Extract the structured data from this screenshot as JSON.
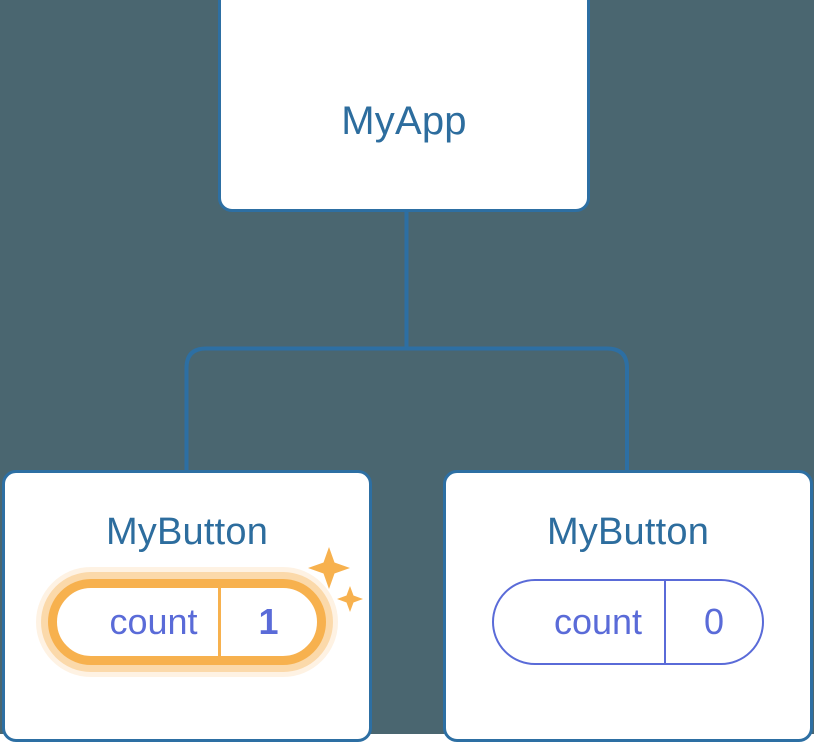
{
  "diagram": {
    "type": "component-tree",
    "background_color": "#4a6670",
    "connector_color": "#2d6fa3",
    "node_border_color": "#2d6fa3",
    "node_title_color": "#2d6d9e",
    "state_color": "#5a6bd8",
    "highlight_color": "#f7b14e",
    "root": {
      "title": "MyApp"
    },
    "children": [
      {
        "title": "MyButton",
        "state_key": "count",
        "state_value": "1",
        "highlighted": true,
        "sparkle_large": "sparkle-icon",
        "sparkle_small": "sparkle-icon"
      },
      {
        "title": "MyButton",
        "state_key": "count",
        "state_value": "0",
        "highlighted": false
      }
    ]
  }
}
